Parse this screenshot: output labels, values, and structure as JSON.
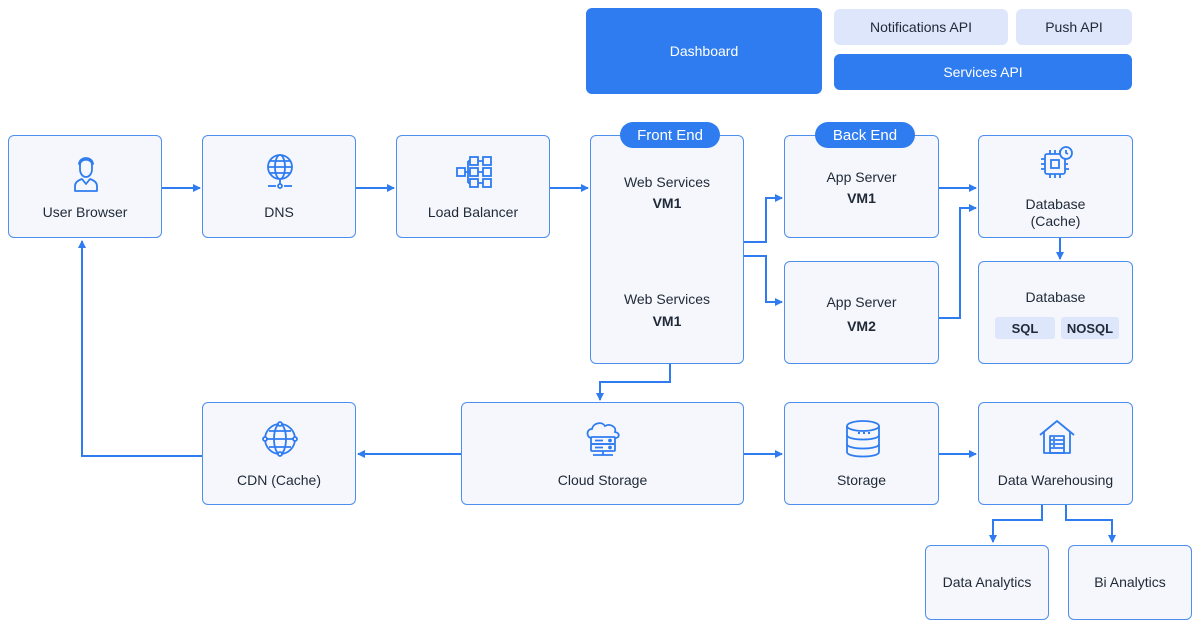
{
  "top_bar": {
    "dashboard": "Dashboard",
    "notifications_api": "Notifications API",
    "push_api": "Push API",
    "services_api": "Services API"
  },
  "nodes": {
    "user_browser": "User Browser",
    "dns": "DNS",
    "load_balancer": "Load Balancer",
    "front_end": {
      "tag": "Front End",
      "ws1_title": "Web Services",
      "ws1_vm": "VM1",
      "ws2_title": "Web Services",
      "ws2_vm": "VM1"
    },
    "back_end_tag": "Back End",
    "app_server_1": {
      "title": "App Server",
      "vm": "VM1"
    },
    "app_server_2": {
      "title": "App Server",
      "vm": "VM2"
    },
    "database_cache": {
      "line1": "Database",
      "line2": "(Cache)"
    },
    "database": {
      "title": "Database",
      "sql": "SQL",
      "nosql": "NOSQL"
    },
    "cdn": "CDN (Cache)",
    "cloud_storage": "Cloud Storage",
    "storage": "Storage",
    "data_warehousing": "Data Warehousing",
    "data_analytics": "Data Analytics",
    "bi_analytics": "Bi Analytics"
  },
  "icons": {
    "user_browser": "user-icon",
    "dns": "globe-icon",
    "load_balancer": "hierarchy-icon",
    "database_cache": "chip-clock-icon",
    "cdn": "network-globe-icon",
    "cloud_storage": "cloud-server-icon",
    "storage": "database-stack-icon",
    "data_warehousing": "warehouse-icon"
  },
  "colors": {
    "accent": "#2f7cf0",
    "accent_light": "#dde6fa",
    "border": "#4d8fef",
    "box_fill": "#f5f7fc"
  }
}
